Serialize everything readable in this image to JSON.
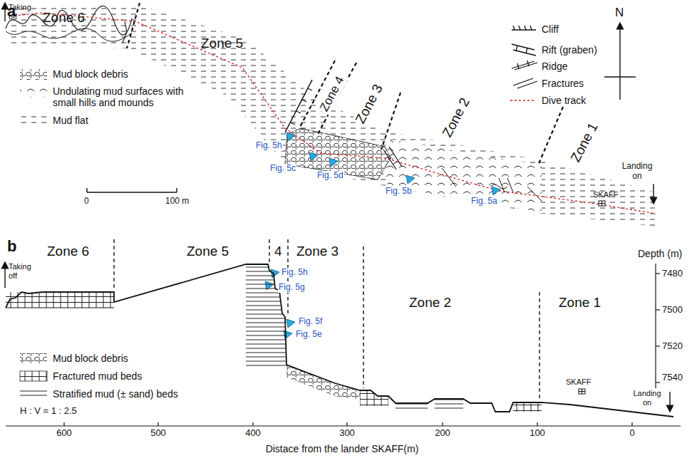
{
  "diagram": {
    "labels": [
      "a",
      "Taking off",
      "Zone 6",
      "Zone 5",
      "Zone 4",
      "Zone 3",
      "Zone 2",
      "Zone 1",
      "Landing on",
      "SKAFF",
      "Fig. 5h",
      "Fig. 5c",
      "Fig. 5d",
      "Fig. 5b",
      "Fig. 5a",
      "0",
      "100 m",
      "N",
      "b",
      "Zone 6",
      "Zone 5",
      "4",
      "Zone 3",
      "Zone 2",
      "Zone 1",
      "Taking off",
      "Landing on",
      "SKAFF",
      "Fig. 5h",
      "Fig. 5g",
      "Fig. 5f",
      "Fig. 5e",
      "Depth (m)",
      "7480",
      "7500",
      "7520",
      "7540",
      "H : V = 1 : 2.5",
      "600",
      "500",
      "400",
      "300",
      "200",
      "100",
      "0",
      "Distace from the lander SKAFF(m)"
    ],
    "legend": [
      {
        "text": "Mud block debris"
      },
      {
        "text": "Undulating mud surfaces with small hills and mounds"
      },
      {
        "text": "Mud flat"
      },
      {
        "text": "Cliff"
      },
      {
        "text": "Rift (graben)"
      },
      {
        "text": "Ridge"
      },
      {
        "text": "Fractures"
      },
      {
        "text": "Dive track"
      },
      {
        "text": "Mud block debris"
      },
      {
        "text": "Fractured mud beds"
      },
      {
        "text": "Stratified mud (± sand) beds"
      }
    ]
  }
}
